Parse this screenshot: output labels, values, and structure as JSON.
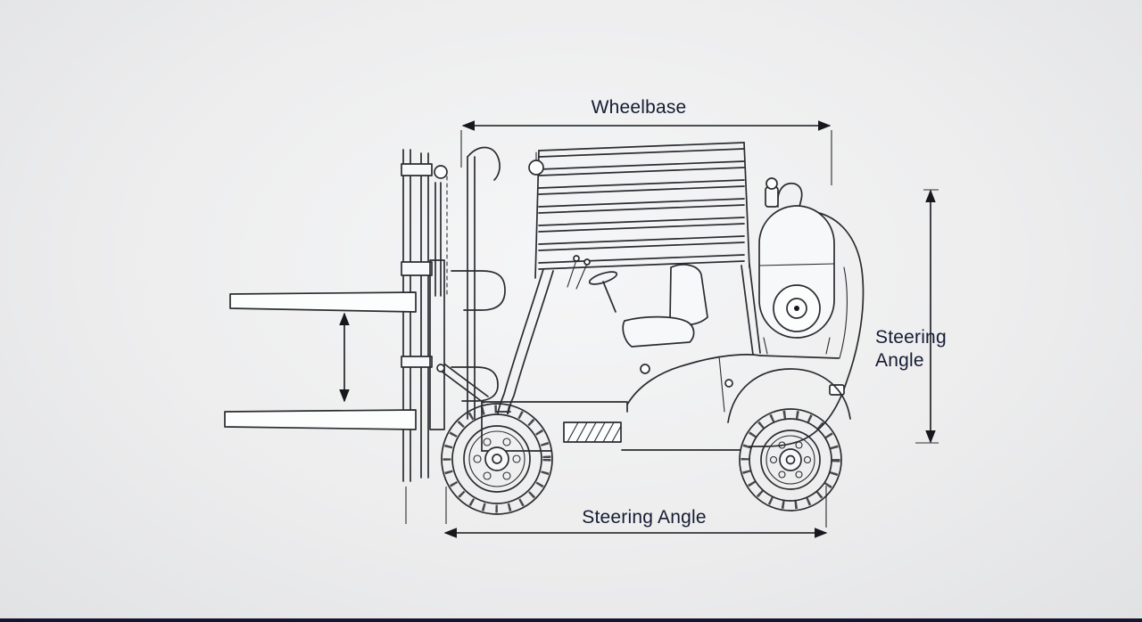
{
  "drawing": {
    "subject": "Forklift side-view technical line illustration with dimension callouts"
  },
  "labels": {
    "wheelbase": "Wheelbase",
    "steering_angle_side_line1": "Steering",
    "steering_angle_side_line2": "Angle",
    "steering_angle_bottom": "Steering Angle"
  },
  "colors": {
    "background_center": "#f5f6f7",
    "background_mid": "#ededee",
    "background_edge": "#e1e2e4",
    "line": "#2b2c30",
    "dimension": "#17181d",
    "text": "#151c33",
    "footer": "#12162e"
  }
}
